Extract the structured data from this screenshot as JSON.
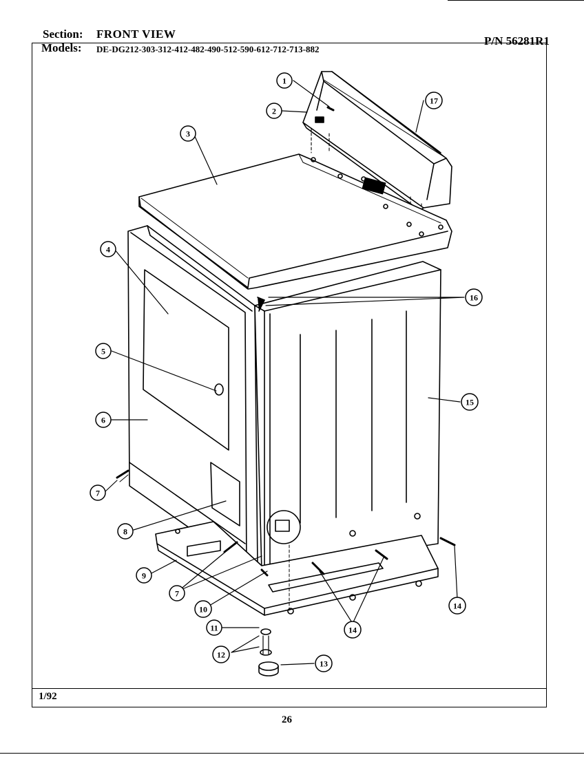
{
  "header": {
    "section_label": "Section:",
    "section_value": "FRONT VIEW",
    "models_label": "Models:",
    "models_value": "DE-DG212-303-312-412-482-490-512-590-612-712-713-882",
    "part_number": "P/N 56281R1"
  },
  "footer": {
    "date_code": "1/92",
    "page_number": "26"
  },
  "callouts": [
    "1",
    "2",
    "3",
    "4",
    "5",
    "6",
    "7",
    "8",
    "9",
    "7",
    "10",
    "11",
    "12",
    "13",
    "14",
    "14",
    "15",
    "16",
    "17"
  ]
}
